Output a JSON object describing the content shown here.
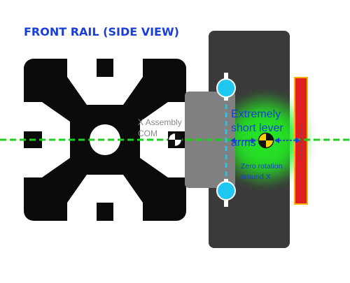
{
  "title": "FRONT RAIL (SIDE VIEW)",
  "com_label": {
    "line1": "X Assembly",
    "line2": "COM"
  },
  "lever_label": {
    "line1": "Extremely",
    "line2": "short lever",
    "line3": "arms"
  },
  "rotation_label": {
    "line1": "Zero rotation",
    "line2": "around X"
  },
  "colors": {
    "title": "#1a3fd6",
    "rail": "#0b0b0b",
    "carriage": "#808080",
    "wheel_plate": "#3a3a3a",
    "bearing": "#1ec8f0",
    "axis_line": "#22cc22",
    "glow": "#22ee22",
    "red_bar": "#e02020",
    "red_bar_border": "#ffb000",
    "label_text": "#1a3fd6",
    "com_text": "#8a8a8a"
  },
  "icons": [
    "center-of-mass-icon",
    "double-arrow-icon"
  ]
}
